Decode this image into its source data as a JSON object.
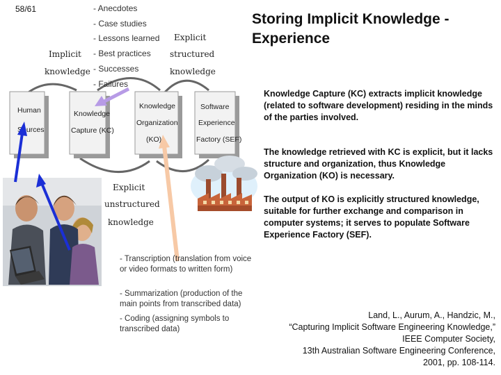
{
  "slide_number": "58/61",
  "title": "Storing Implicit Knowledge - Experience",
  "bullets": [
    "- Anecdotes",
    "- Case studies",
    "- Lessons learned",
    "- Best practices",
    "- Successes",
    "- Failures"
  ],
  "diagram": {
    "label_implicit": [
      "Implicit",
      "knowledge"
    ],
    "label_explicit_structured": [
      "Explicit",
      "structured",
      "knowledge"
    ],
    "label_explicit_unstructured": [
      "Explicit",
      "unstructured",
      "knowledge"
    ],
    "boxes": [
      [
        "Human",
        "Sources"
      ],
      [
        "Knowledge",
        "Capture (KC)"
      ],
      [
        "Knowledge",
        "Organization",
        "(KO)"
      ],
      [
        "Software",
        "Experience",
        "Factory (SEF)"
      ]
    ]
  },
  "paragraphs": [
    "Knowledge Capture (KC) extracts implicit knowledge (related to software development) residing in the minds of the parties involved.",
    "The knowledge retrieved with KC is explicit, but it lacks structure and organization, thus Knowledge Organization (KO) is necessary.",
    "The output of KO is explicitly structured knowledge, suitable for further exchange and comparison in computer systems; it serves to populate Software Experience Factory (SEF)."
  ],
  "sub_bullets": [
    "- Transcription (translation from voice or video formats to written form)",
    "- Summarization (production of the main points from transcribed data)",
    "- Coding (assigning symbols to transcribed data)"
  ],
  "citation": {
    "line1": "Land, L., Aurum, A., Handzic, M.,",
    "line2": "“Capturing Implicit Software Engineering Knowledge,”",
    "line3": "IEEE Computer Society,",
    "line4": "13th Australian Software Engineering Conference,",
    "line5": "2001, pp. 108-114."
  },
  "colors": {
    "arrow_blue": "#1b2fd6",
    "arrow_purple": "#b79be6",
    "arrow_peach": "#f7c9a6",
    "box_fill": "#f2f2f2",
    "box_shadow": "#9a9a9a"
  }
}
